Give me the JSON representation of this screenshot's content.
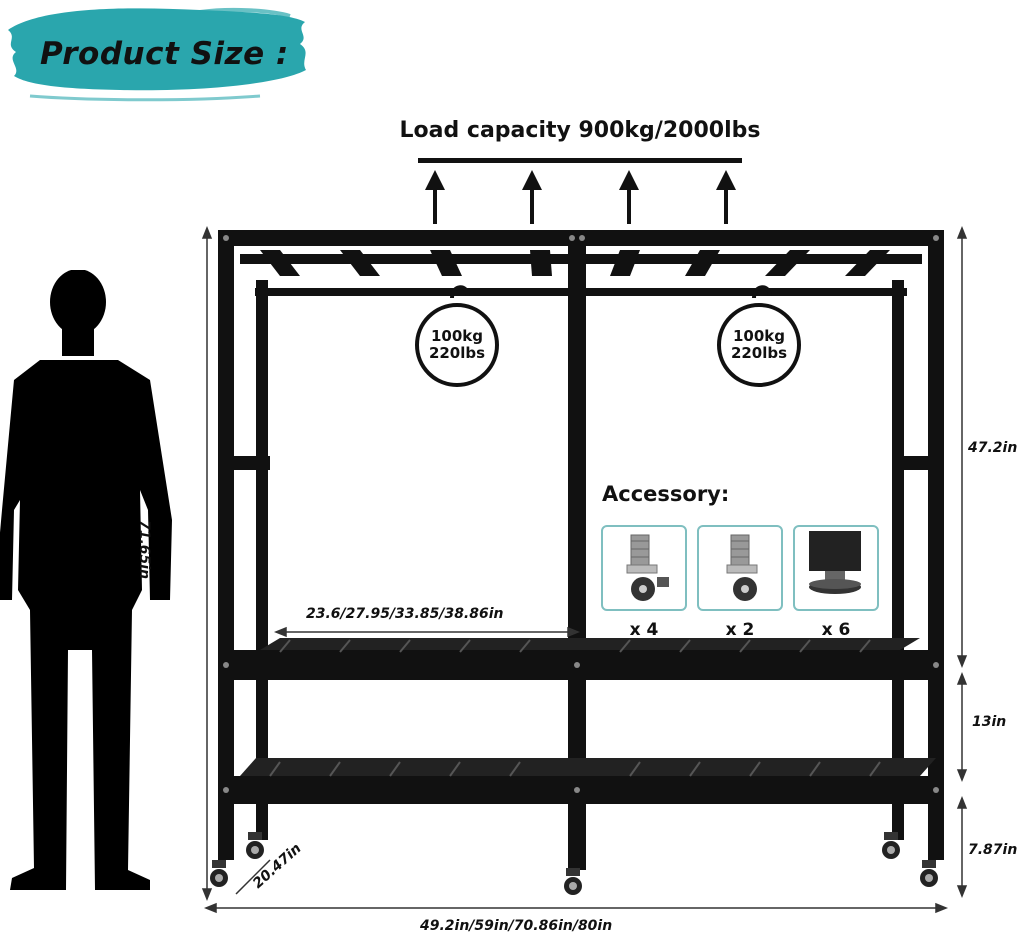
{
  "banner": {
    "text": "Product Size :",
    "color": "#2aa6ad"
  },
  "load": {
    "title": "Load capacity 900kg/2000lbs"
  },
  "hooks": [
    {
      "kg": "100kg",
      "lbs": "220lbs"
    },
    {
      "kg": "100kg",
      "lbs": "220lbs"
    }
  ],
  "dimensions": {
    "total_height": "71.65in",
    "upper_height": "47.2in",
    "shelf_gap": "13in",
    "leg_height": "7.87in",
    "depth": "20.47in",
    "width": "49.2in/59in/70.86in/80in",
    "section_width": "23.6/27.95/33.85/38.86in"
  },
  "accessory": {
    "title": "Accessory:",
    "items": [
      {
        "icon": "swivel-caster-with-brake-icon",
        "qty": "x 4"
      },
      {
        "icon": "swivel-caster-icon",
        "qty": "x 2"
      },
      {
        "icon": "adjustable-foot-icon",
        "qty": "x 6"
      }
    ]
  },
  "colors": {
    "frame": "#111111",
    "accessory_border": "#7fbfc0"
  }
}
